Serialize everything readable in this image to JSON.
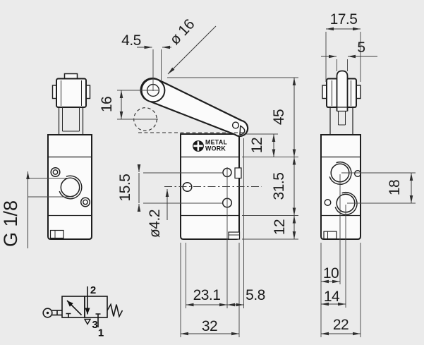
{
  "colors": {
    "background": "#ebebeb",
    "part_fill": "#fbfbfb",
    "outline": "#1e1e1e",
    "dimension_line": "#3c3c3c"
  },
  "logo": {
    "icon": "metalwork-logo-icon",
    "line1": "METAL",
    "line2": "WORK"
  },
  "thread_label": "G 1/8",
  "dimensions": {
    "roller_pivot_offset": "4.5",
    "roller_diameter": "ø 16",
    "head_width": "17.5",
    "roller_thickness": "5",
    "upper_height": "45",
    "top_band_height": "12",
    "body_mid_height": "31.5",
    "bottom_band_height": "12",
    "roller_travel": "16",
    "hole_spacing": "15.5",
    "hole_diameter": "ø4.2",
    "hole_from_left": "23.1",
    "hole_from_right": "5.8",
    "body_width": "32",
    "side_port_spacing": "18",
    "port_offset_a": "10",
    "port_offset_b": "14",
    "body_depth": "22"
  },
  "pneumatic_symbol": {
    "port_outlet": "2",
    "port_exhaust": "3",
    "port_supply": "1"
  }
}
